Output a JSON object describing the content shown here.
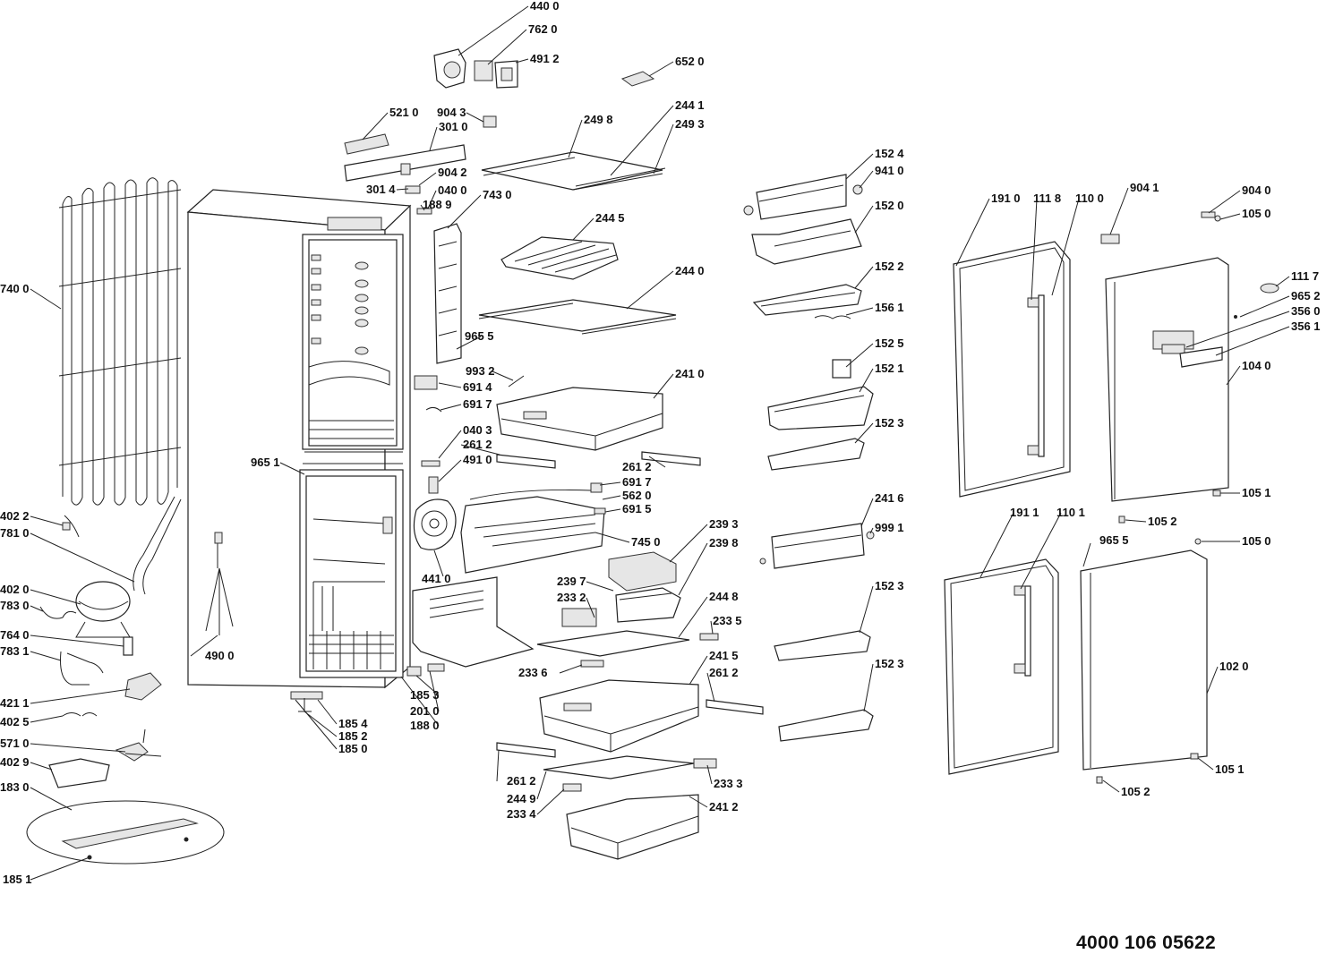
{
  "document_number": "4000 106 05622",
  "labels": [
    {
      "id": "l4400",
      "text": "440 0"
    },
    {
      "id": "l7620",
      "text": "762 0"
    },
    {
      "id": "l4912",
      "text": "491 2"
    },
    {
      "id": "l6520",
      "text": "652 0"
    },
    {
      "id": "l5210",
      "text": "521 0"
    },
    {
      "id": "l3010",
      "text": "301 0"
    },
    {
      "id": "l9043",
      "text": "904 3"
    },
    {
      "id": "l2498",
      "text": "249 8"
    },
    {
      "id": "l2441",
      "text": "244 1"
    },
    {
      "id": "l2493",
      "text": "249 3"
    },
    {
      "id": "l3014",
      "text": "301 4"
    },
    {
      "id": "l9042",
      "text": "904 2"
    },
    {
      "id": "l0400",
      "text": "040 0"
    },
    {
      "id": "l1889",
      "text": "188 9"
    },
    {
      "id": "l7430",
      "text": "743 0"
    },
    {
      "id": "l2445",
      "text": "244 5"
    },
    {
      "id": "l2440",
      "text": "244 0"
    },
    {
      "id": "l9655a",
      "text": "965 5"
    },
    {
      "id": "l9932",
      "text": "993 2"
    },
    {
      "id": "l6914",
      "text": "691 4"
    },
    {
      "id": "l6917a",
      "text": "691 7"
    },
    {
      "id": "l2410",
      "text": "241 0"
    },
    {
      "id": "l0403",
      "text": "040 3"
    },
    {
      "id": "l2612a",
      "text": "261 2"
    },
    {
      "id": "l4910",
      "text": "491 0"
    },
    {
      "id": "l2612b",
      "text": "261 2"
    },
    {
      "id": "l6917b",
      "text": "691 7"
    },
    {
      "id": "l5620",
      "text": "562 0"
    },
    {
      "id": "l6915",
      "text": "691 5"
    },
    {
      "id": "l7450",
      "text": "745 0"
    },
    {
      "id": "l4410",
      "text": "441 0"
    },
    {
      "id": "l9651",
      "text": "965 1"
    },
    {
      "id": "l7400",
      "text": "740 0"
    },
    {
      "id": "l4022",
      "text": "402 2"
    },
    {
      "id": "l7810",
      "text": "781 0"
    },
    {
      "id": "l4020",
      "text": "402 0"
    },
    {
      "id": "l7830",
      "text": "783 0"
    },
    {
      "id": "l7640",
      "text": "764 0"
    },
    {
      "id": "l7831",
      "text": "783 1"
    },
    {
      "id": "l4900",
      "text": "490 0"
    },
    {
      "id": "l4211",
      "text": "421 1"
    },
    {
      "id": "l4025",
      "text": "402 5"
    },
    {
      "id": "l5710",
      "text": "571 0"
    },
    {
      "id": "l4029",
      "text": "402 9"
    },
    {
      "id": "l1830",
      "text": "183 0"
    },
    {
      "id": "l1851",
      "text": "185 1"
    },
    {
      "id": "l1854",
      "text": "185 4"
    },
    {
      "id": "l1852",
      "text": "185 2"
    },
    {
      "id": "l1850",
      "text": "185 0"
    },
    {
      "id": "l1853",
      "text": "185 3"
    },
    {
      "id": "l2010",
      "text": "201 0"
    },
    {
      "id": "l1880",
      "text": "188 0"
    },
    {
      "id": "l2393",
      "text": "239 3"
    },
    {
      "id": "l2398",
      "text": "239 8"
    },
    {
      "id": "l2397",
      "text": "239 7"
    },
    {
      "id": "l2332",
      "text": "233 2"
    },
    {
      "id": "l2448",
      "text": "244 8"
    },
    {
      "id": "l2335",
      "text": "233 5"
    },
    {
      "id": "l2336",
      "text": "233 6"
    },
    {
      "id": "l2415",
      "text": "241 5"
    },
    {
      "id": "l2612c",
      "text": "261 2"
    },
    {
      "id": "l2612d",
      "text": "261 2"
    },
    {
      "id": "l2449",
      "text": "244 9"
    },
    {
      "id": "l2334",
      "text": "233 4"
    },
    {
      "id": "l2333",
      "text": "233 3"
    },
    {
      "id": "l2412",
      "text": "241 2"
    },
    {
      "id": "l1524",
      "text": "152 4"
    },
    {
      "id": "l9410",
      "text": "941 0"
    },
    {
      "id": "l1520",
      "text": "152 0"
    },
    {
      "id": "l1522",
      "text": "152 2"
    },
    {
      "id": "l1561",
      "text": "156 1"
    },
    {
      "id": "l1525",
      "text": "152 5"
    },
    {
      "id": "l1521",
      "text": "152 1"
    },
    {
      "id": "l1523a",
      "text": "152 3"
    },
    {
      "id": "l2416",
      "text": "241 6"
    },
    {
      "id": "l9991",
      "text": "999 1"
    },
    {
      "id": "l1523b",
      "text": "152 3"
    },
    {
      "id": "l1523c",
      "text": "152 3"
    },
    {
      "id": "l1910",
      "text": "191 0"
    },
    {
      "id": "l1118",
      "text": "111 8"
    },
    {
      "id": "l1100",
      "text": "110 0"
    },
    {
      "id": "l9041",
      "text": "904 1"
    },
    {
      "id": "l9040",
      "text": "904 0"
    },
    {
      "id": "l1050a",
      "text": "105 0"
    },
    {
      "id": "l1117",
      "text": "111 7"
    },
    {
      "id": "l9652",
      "text": "965 2"
    },
    {
      "id": "l3560",
      "text": "356 0"
    },
    {
      "id": "l3561",
      "text": "356 1"
    },
    {
      "id": "l1040",
      "text": "104 0"
    },
    {
      "id": "l1051a",
      "text": "105 1"
    },
    {
      "id": "l1052a",
      "text": "105 2"
    },
    {
      "id": "l1911",
      "text": "191 1"
    },
    {
      "id": "l1101",
      "text": "110 1"
    },
    {
      "id": "l9655b",
      "text": "965 5"
    },
    {
      "id": "l1050b",
      "text": "105 0"
    },
    {
      "id": "l1020",
      "text": "102 0"
    },
    {
      "id": "l1051b",
      "text": "105 1"
    },
    {
      "id": "l1052b",
      "text": "105 2"
    }
  ]
}
